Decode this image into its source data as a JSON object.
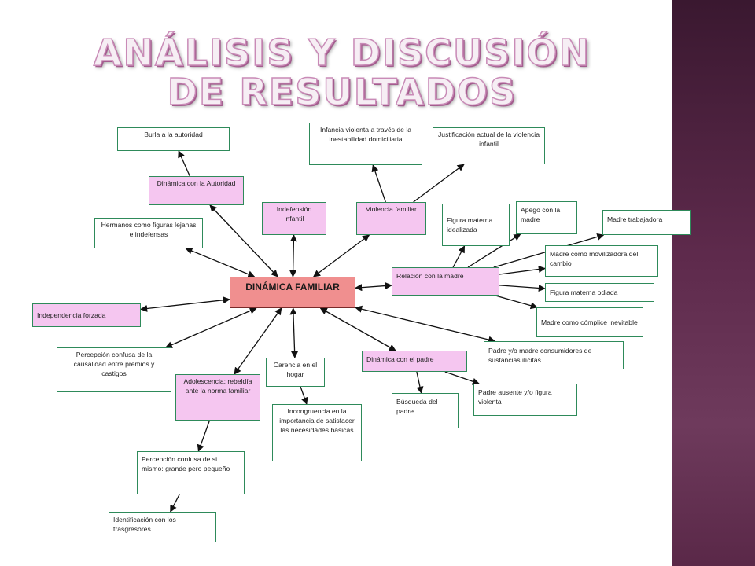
{
  "title": "ANÁLISIS Y DISCUSIÓN DE RESULTADOS",
  "colors": {
    "sidebar": "#5e2a4c",
    "title_fill": "#f6eef4",
    "title_outline": "#c98bb7",
    "central_fill": "#f08f8f",
    "pink_box": "#f5c6f0",
    "box_border": "#2e8a5a"
  },
  "nodes": {
    "main": "DINÁMICA FAMILIAR",
    "burla": "Burla a la autoridad",
    "autoridad": "Dinámica con la Autoridad",
    "hermanos": "Hermanos como figuras lejanas e indefensas",
    "indep": "Independencia forzada",
    "percep_causal": "Percepción confusa de la causalidad entre premios y castigos",
    "adolesc": "Adolescencia: rebeldía ante la norma familiar",
    "percep_si": "Percepción confusa de si mismo: grande pero pequeño",
    "identif": "Identificación con los trasgresores",
    "indefension": "Indefensión infantil",
    "carencia": "Carencia en el hogar",
    "incongr": "Incongruencia en la importancia de satisfacer las necesidades básicas",
    "infancia": "Infancia violenta a través de la inestabilidad domiciliaria",
    "violencia": "Violencia familiar",
    "justif": "Justificación actual de la violencia infantil",
    "relacion": "Relación con la madre",
    "fig_ideal": "Figura materna idealizada",
    "apego": "Apego con la madre",
    "trabajadora": "Madre trabajadora",
    "moviliz": "Madre como movilizadora del cambio",
    "odiada": "Figura materna odiada",
    "complice": "Madre como cómplice inevitable",
    "consumidores": "Padre y/o madre consumidores de sustancias ilícitas",
    "padre": "Dinámica con el padre",
    "busqueda": "Búsqueda del padre",
    "ausente": "Padre ausente y/o figura violenta"
  },
  "edges": [
    {
      "from": "main",
      "to": "autoridad",
      "dir": "both"
    },
    {
      "from": "autoridad",
      "to": "burla",
      "dir": "end"
    },
    {
      "from": "main",
      "to": "hermanos",
      "dir": "both"
    },
    {
      "from": "main",
      "to": "indep",
      "dir": "both"
    },
    {
      "from": "main",
      "to": "percep_causal",
      "dir": "both"
    },
    {
      "from": "main",
      "to": "adolesc",
      "dir": "both"
    },
    {
      "from": "adolesc",
      "to": "percep_si",
      "dir": "end"
    },
    {
      "from": "percep_si",
      "to": "identif",
      "dir": "end"
    },
    {
      "from": "main",
      "to": "indefension",
      "dir": "both"
    },
    {
      "from": "main",
      "to": "carencia",
      "dir": "both"
    },
    {
      "from": "carencia",
      "to": "incongr",
      "dir": "end"
    },
    {
      "from": "main",
      "to": "violencia",
      "dir": "both"
    },
    {
      "from": "violencia",
      "to": "infancia",
      "dir": "end"
    },
    {
      "from": "violencia",
      "to": "justif",
      "dir": "end"
    },
    {
      "from": "main",
      "to": "relacion",
      "dir": "both"
    },
    {
      "from": "relacion",
      "to": "fig_ideal",
      "dir": "end"
    },
    {
      "from": "relacion",
      "to": "apego",
      "dir": "end"
    },
    {
      "from": "relacion",
      "to": "trabajadora",
      "dir": "end"
    },
    {
      "from": "relacion",
      "to": "moviliz",
      "dir": "end"
    },
    {
      "from": "relacion",
      "to": "odiada",
      "dir": "end"
    },
    {
      "from": "relacion",
      "to": "complice",
      "dir": "end"
    },
    {
      "from": "main",
      "to": "consumidores",
      "dir": "both"
    },
    {
      "from": "main",
      "to": "padre",
      "dir": "both"
    },
    {
      "from": "padre",
      "to": "busqueda",
      "dir": "end"
    },
    {
      "from": "padre",
      "to": "ausente",
      "dir": "end"
    }
  ]
}
